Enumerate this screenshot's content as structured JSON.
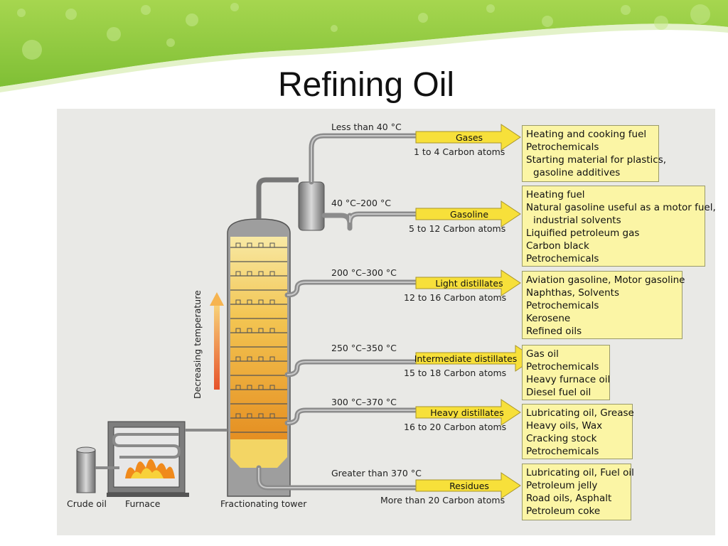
{
  "title": "Refining Oil",
  "diagram": {
    "side_label": "Decreasing temperature",
    "components": {
      "crude": "Crude oil",
      "furnace": "Furnace",
      "tower": "Fractionating tower"
    },
    "fractions": [
      {
        "temp": "Less than 40 °C",
        "name": "Gases",
        "atoms": "1 to 4 Carbon atoms",
        "uses": [
          "Heating and cooking fuel",
          "Petrochemicals",
          "Starting material for plastics,",
          "gasoline additives"
        ]
      },
      {
        "temp": "40 °C–200 °C",
        "name": "Gasoline",
        "atoms": "5 to 12 Carbon atoms",
        "uses": [
          "Heating fuel",
          "Natural gasoline useful as a motor fuel,",
          "industrial solvents",
          "Liquified petroleum gas",
          "Carbon black",
          "Petrochemicals"
        ]
      },
      {
        "temp": "200 °C–300 °C",
        "name": "Light distillates",
        "atoms": "12 to 16 Carbon atoms",
        "uses": [
          "Aviation gasoline, Motor gasoline",
          "Naphthas, Solvents",
          "Petrochemicals",
          "Kerosene",
          "Refined oils"
        ]
      },
      {
        "temp": "250 °C–350 °C",
        "name": "Intermediate distillates",
        "atoms": "15 to 18 Carbon atoms",
        "uses": [
          "Gas oil",
          "Petrochemicals",
          "Heavy furnace oil",
          "Diesel fuel oil"
        ]
      },
      {
        "temp": "300 °C–370 °C",
        "name": "Heavy distillates",
        "atoms": "16 to 20 Carbon atoms",
        "uses": [
          "Lubricating oil, Grease",
          "Heavy oils, Wax",
          "Cracking stock",
          "Petrochemicals"
        ]
      },
      {
        "temp": "Greater than 370 °C",
        "name": "Residues",
        "atoms": "More than 20 Carbon atoms",
        "uses": [
          "Lubricating oil, Fuel oil",
          "Petroleum jelly",
          "Road oils, Asphalt",
          "Petroleum coke"
        ]
      }
    ]
  },
  "colors": {
    "banner_green": "#8cc63f",
    "box_fill": "#fbf5a5",
    "arrow_fill": "#f7e03a",
    "tower_hot": "#e9a234",
    "tower_cool": "#f5dc6a",
    "pipe": "#8a8a8a"
  }
}
